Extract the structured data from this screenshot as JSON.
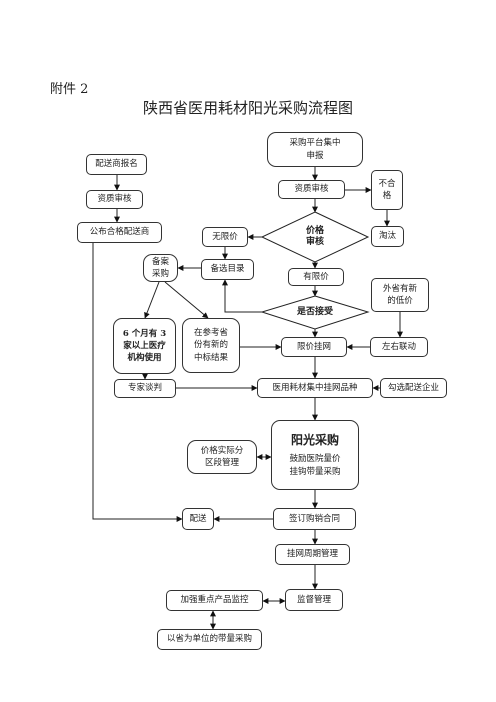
{
  "page": {
    "attachment": "附件 2",
    "title": "陕西省医用耗材阳光采购流程图"
  },
  "nodes": {
    "platform_report": "采购平台集中\n申报",
    "qual_review_right": "资质审核",
    "fail": "不合\n格",
    "eliminate": "淘汰",
    "price_review": "价格\n审核",
    "no_limit": "无限价",
    "backup_record": "备案\n采购",
    "backup_catalog": "备选目录",
    "has_limit": "有限价",
    "accept_q": "是否接受",
    "other_low_price": "外省有新\n的低价",
    "dist_apply": "配送商报名",
    "qual_review_left": "资质审核",
    "publish_dist": "公布合格配送商",
    "six_months": "6 个月有 3\n家以上医疗\n机构使用",
    "ref_province": "在参考省\n份有新的\n中标结果",
    "limit_listing": "限价挂网",
    "linkage": "左右联动",
    "expert_negotiation": "专家谈判",
    "central_listing": "医用耗材集中挂网品种",
    "select_dist": "勾选配送企业",
    "price_zone": "价格实际分\n区段管理",
    "sun_title": "阳光采购",
    "sun_sub": "鼓励医院量价\n挂钩带量采购",
    "delivery": "配送",
    "sign_contract": "签订购销合同",
    "cycle_mgmt": "挂网周期管理",
    "supervision": "监督管理",
    "key_monitor": "加强重点产品监控",
    "province_volume": "以省为单位的带量采购"
  }
}
